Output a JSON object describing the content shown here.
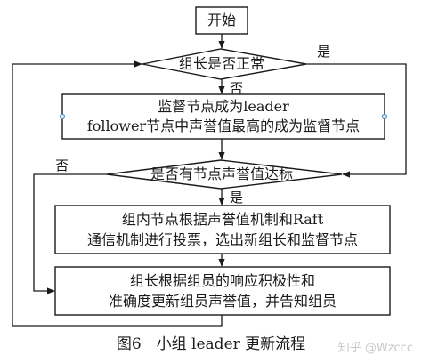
{
  "nodes": {
    "start": "开始",
    "decision_leader": "组长是否正常",
    "monitor_line1": "监督节点成为leader",
    "monitor_line2": "follower节点中声誉值最高的成为监督节点",
    "decision_reputation": "是否有节点声誉值达标",
    "vote_line1": "组内节点根据声誉值机制和Raft",
    "vote_line2": "通信机制进行投票，选出新组长和监督节点",
    "update_line1": "组长根据组员的响应积极性和",
    "update_line2": "准确度更新组员声誉值，并告知组员"
  },
  "labels": {
    "yes_top": "是",
    "no_top": "否",
    "no_left": "否",
    "yes_mid": "是"
  },
  "caption": "图6　小组 leader 更新流程",
  "watermark": "知乎 @Wzccc"
}
